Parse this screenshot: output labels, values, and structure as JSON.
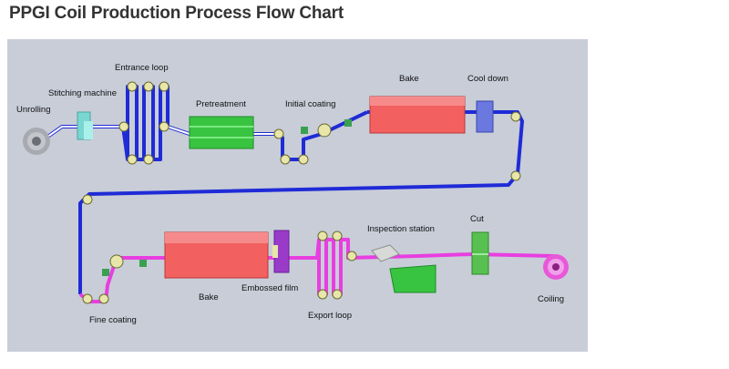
{
  "page": {
    "title": "PPGI Coil Production Process Flow Chart"
  },
  "diagram": {
    "background": "#c8cdd8",
    "colors": {
      "line_top": "#1f2bd6",
      "line_bottom": "#e83ee0",
      "oven": "#f26060",
      "pretreatment": "#38c440",
      "cooler": "#6b78e0",
      "film": "#9a3ac8",
      "cutter": "#58c050",
      "roll": "#e8e6a8",
      "loop_roll": "#2a2a8a"
    },
    "labels": {
      "unrolling": "Unrolling",
      "stitching": "Stitching machine",
      "entrance_loop": "Entrance loop",
      "pretreatment": "Pretreatment",
      "initial_coating": "Initial coating",
      "bake_top": "Bake",
      "cool_down": "Cool down",
      "fine_coating": "Fine coating",
      "bake_bottom": "Bake",
      "embossed_film": "Embossed film",
      "export_loop": "Export loop",
      "inspection": "Inspection station",
      "cut": "Cut",
      "coiling": "Coiling"
    }
  }
}
